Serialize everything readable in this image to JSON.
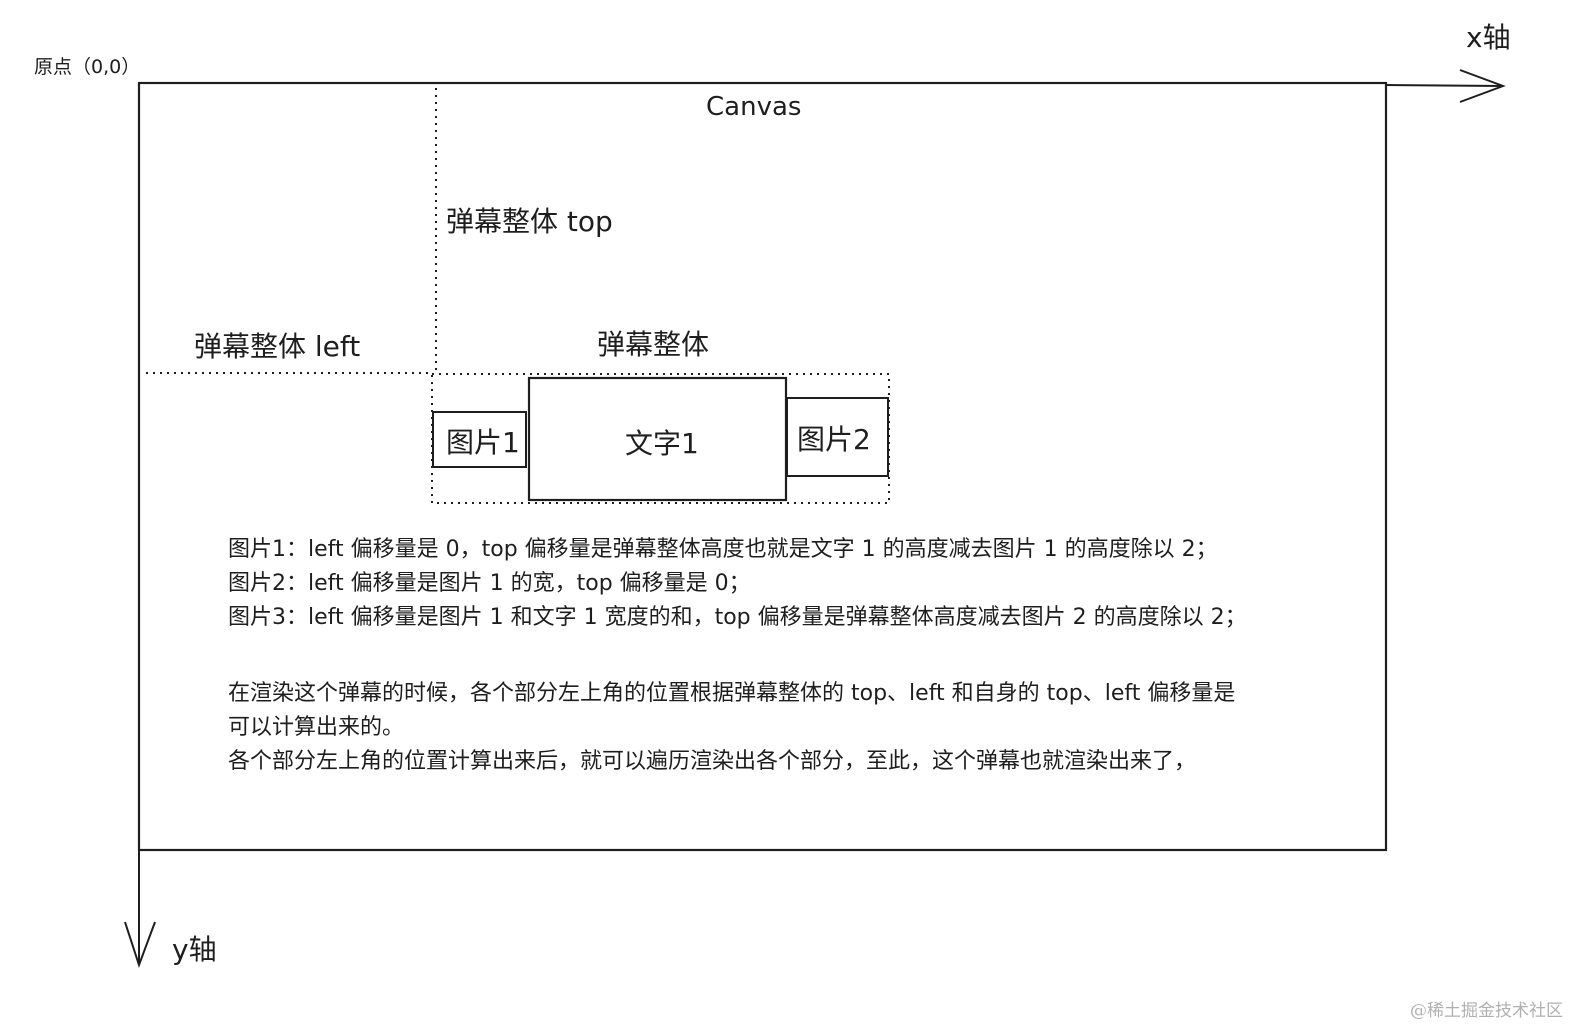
{
  "origin_label": "原点（0,0）",
  "x_axis_label": "x轴",
  "y_axis_label": "y轴",
  "canvas_label": "Canvas",
  "danmu_top_label": "弹幕整体 top",
  "danmu_left_label": "弹幕整体 left",
  "danmu_whole_label": "弹幕整体",
  "boxes": {
    "image1": "图片1",
    "text1": "文字1",
    "image2": "图片2"
  },
  "descriptions": [
    "图片1：left 偏移量是 0，top 偏移量是弹幕整体高度也就是文字 1 的高度减去图片 1 的高度除以 2；",
    "图片2：left 偏移量是图片 1 的宽，top 偏移量是 0；",
    "图片3：left 偏移量是图片 1 和文字 1 宽度的和，top 偏移量是弹幕整体高度减去图片 2 的高度除以 2；"
  ],
  "summary": [
    "在渲染这个弹幕的时候，各个部分左上角的位置根据弹幕整体的 top、left 和自身的 top、left 偏移量是",
    "可以计算出来的。",
    "各个部分左上角的位置计算出来后，就可以遍历渲染出各个部分，至此，这个弹幕也就渲染出来了，"
  ],
  "watermark": "@稀土掘金技术社区"
}
